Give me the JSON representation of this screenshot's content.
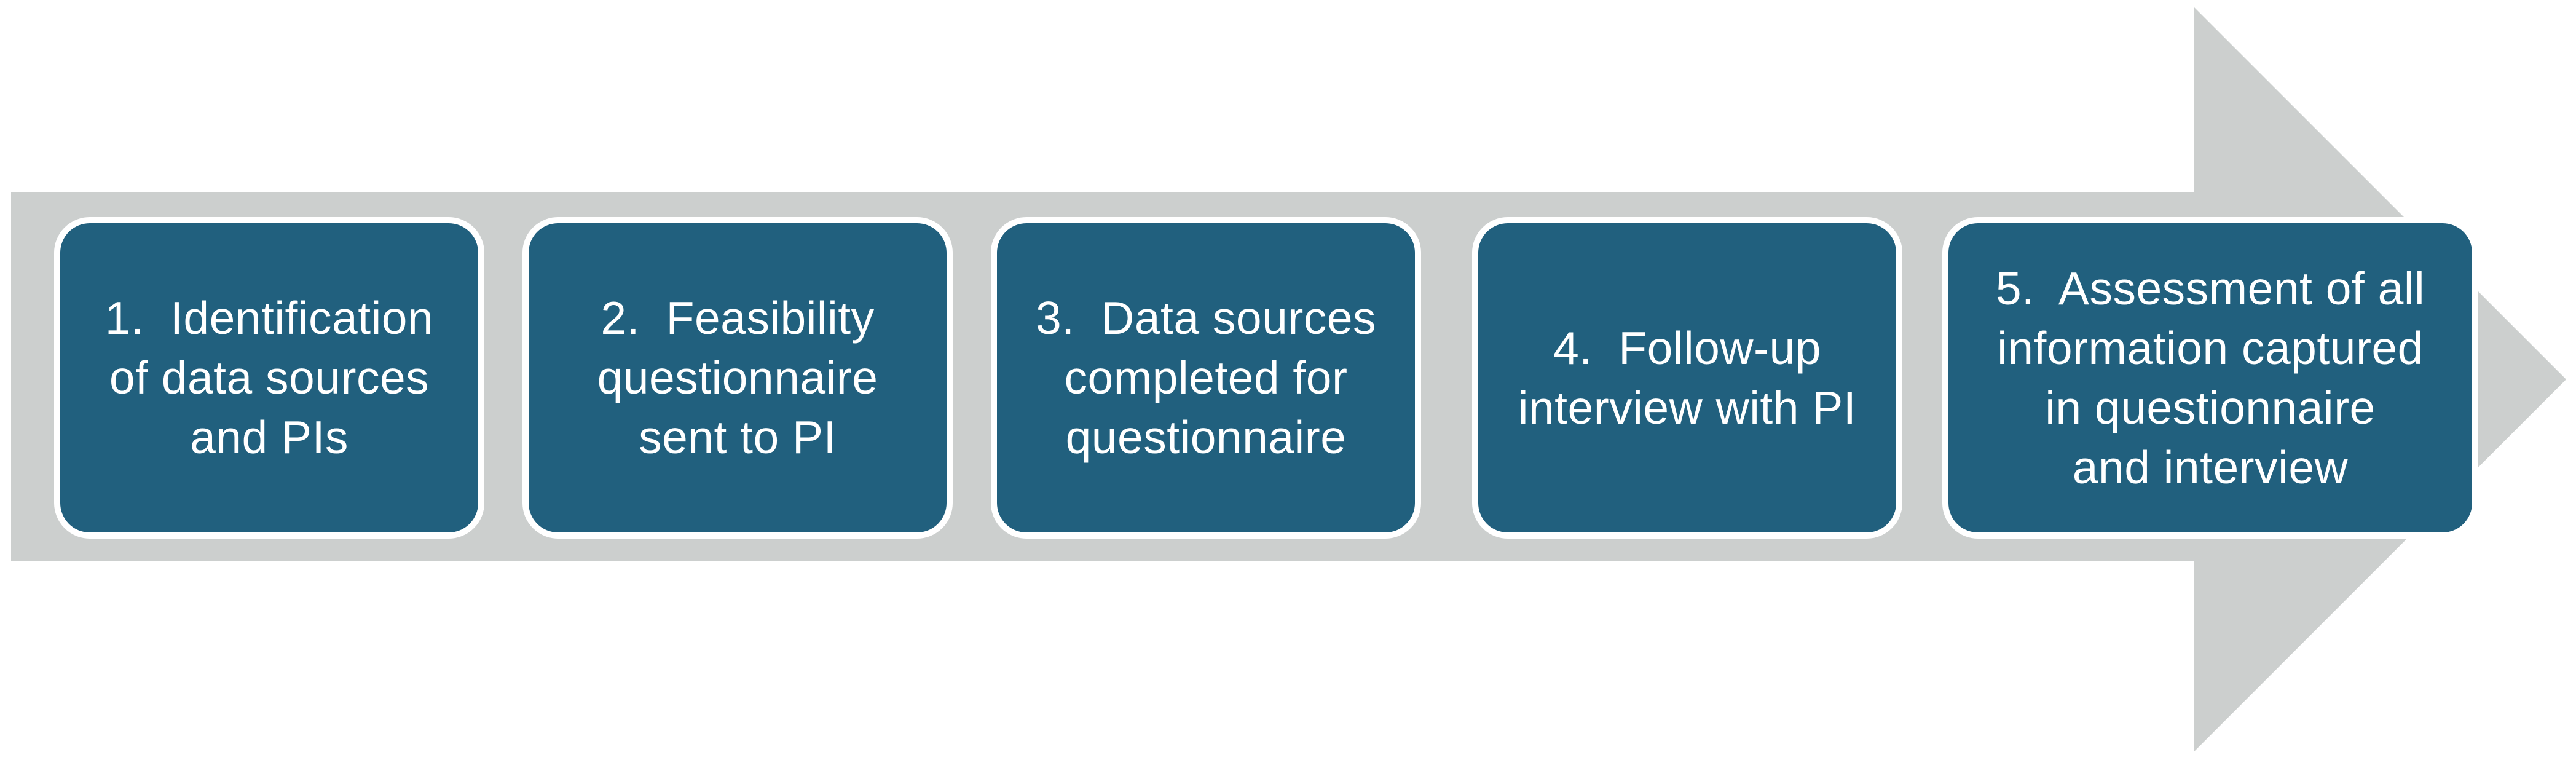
{
  "figure": {
    "type": "process-flow-arrow",
    "direction": "right",
    "colors": {
      "box_fill": "#21607e",
      "box_border": "#ffffff",
      "arrow_fill": "#cccfce",
      "text_color": "#ffffff",
      "background": "#ffffff"
    },
    "steps": [
      {
        "label": "1.  Identification\nof data sources\nand PIs"
      },
      {
        "label": "2.  Feasibility\nquestionnaire\nsent to PI"
      },
      {
        "label": "3.  Data sources\ncompleted for\nquestionnaire"
      },
      {
        "label": "4.  Follow-up\ninterview with PI"
      },
      {
        "label": "5.  Assessment of all\ninformation captured\nin questionnaire\nand interview"
      }
    ]
  }
}
